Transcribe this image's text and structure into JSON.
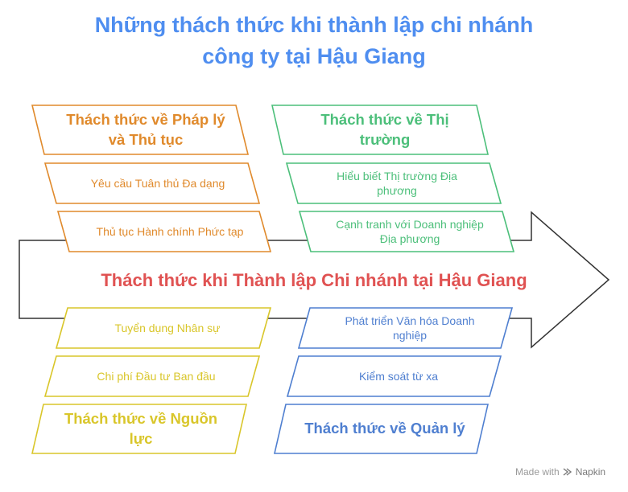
{
  "title": {
    "line1": "Những thách thức khi thành lập chi nhánh",
    "line2": "công ty tại Hậu Giang"
  },
  "center_label": "Thách thức khi Thành lập Chi nhánh tại Hậu Giang",
  "groups": {
    "legal": {
      "heading": [
        "Thách thức về Pháp lý",
        "và Thủ tục"
      ],
      "items": [
        [
          "Yêu cầu Tuân thủ Đa dạng"
        ],
        [
          "Thủ tục Hành chính Phức tạp"
        ]
      ]
    },
    "market": {
      "heading": [
        "Thách thức về Thị",
        "trường"
      ],
      "items": [
        [
          "Hiểu biết Thị trường Địa",
          "phương"
        ],
        [
          "Cạnh tranh với Doanh nghiệp",
          "Địa phương"
        ]
      ]
    },
    "hr": {
      "heading": [
        "Thách thức về Nguồn",
        "lực"
      ],
      "items": [
        [
          "Tuyển dụng Nhân sự"
        ],
        [
          "Chi phí Đầu tư Ban đầu"
        ]
      ]
    },
    "management": {
      "heading": [
        "Thách thức về Quản lý"
      ],
      "items": [
        [
          "Phát triển Văn hóa Doanh",
          "nghiệp"
        ],
        [
          "Kiểm soát từ xa"
        ]
      ]
    }
  },
  "colors": {
    "title": "#4f8ef0",
    "center": "#e05252",
    "legal": "#e08a2c",
    "market": "#4cbf7a",
    "hr": "#d9c62a",
    "management": "#4f7fd0",
    "arrow": "#333333"
  },
  "credit": {
    "prefix": "Made with",
    "brand": "Napkin",
    "icon": "napkin-logo-icon"
  }
}
